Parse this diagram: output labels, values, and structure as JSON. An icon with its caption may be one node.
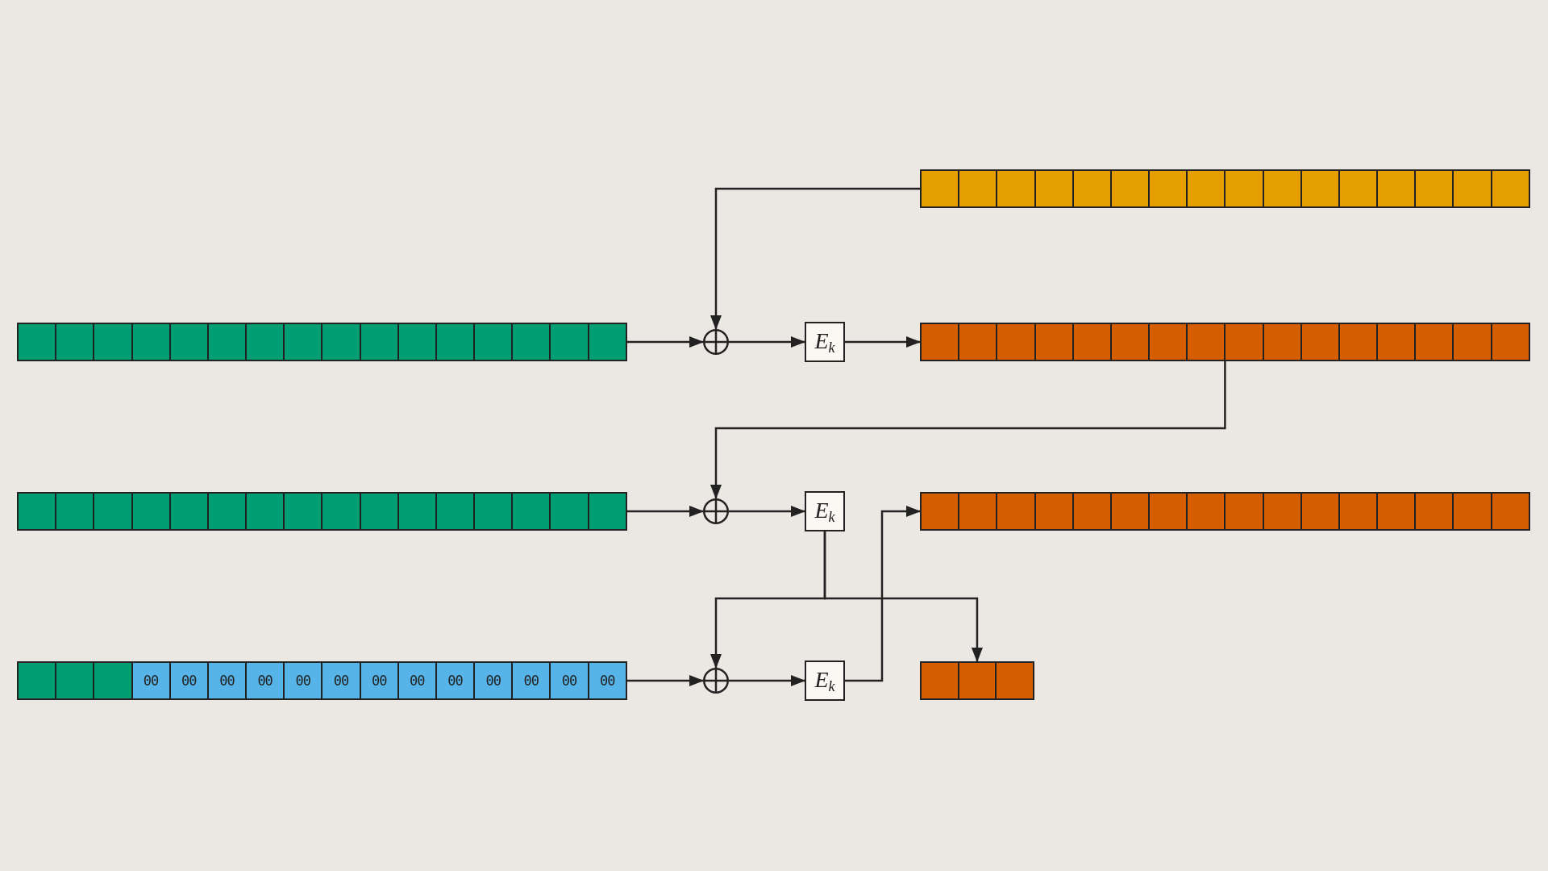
{
  "diagram": {
    "nodes": [
      {
        "text": [],
        "shape": "bar"
      },
      {
        "text": [],
        "shape": "bar"
      },
      {
        "text": [],
        "shape": "circle"
      },
      {
        "text": [
          "E$_{k}$"
        ]
      },
      {
        "text": [],
        "shape": "bar"
      },
      {
        "text": [],
        "shape": "bar"
      },
      {
        "text": [],
        "shape": "circle"
      },
      {
        "text": [
          "E$_{k}$"
        ]
      },
      {
        "text": [],
        "shape": "bar"
      },
      {
        "text": [],
        "shape": "bar"
      },
      {
        "text": [],
        "shape": "circle"
      },
      {
        "text": [
          "E$_{k}$"
        ]
      },
      {
        "text": [],
        "shape": "bar"
      }
    ],
    "edges": [
      {
        "from": 0,
        "to": 2,
        "arrow": "to"
      },
      {
        "from": 1,
        "to": 2,
        "arrow": "to"
      },
      {
        "from": 2,
        "to": 3,
        "arrow": "to"
      },
      {
        "from": 3,
        "to": 4,
        "arrow": "to"
      },
      {
        "from": 4,
        "to": 6,
        "arrow": "to"
      },
      {
        "from": 5,
        "to": 6,
        "arrow": "to"
      },
      {
        "from": 6,
        "to": 7,
        "arrow": "to"
      },
      {
        "from": 7,
        "to": 10,
        "arrow": "to"
      },
      {
        "from": 7,
        "to": 12,
        "arrow": "to"
      },
      {
        "from": 9,
        "to": 10,
        "arrow": "to"
      },
      {
        "from": 10,
        "to": 11,
        "arrow": "to"
      },
      {
        "from": 11,
        "to": 8,
        "arrow": "to"
      }
    ],
    "labels": [
      "00",
      "00",
      "00",
      "00",
      "00",
      "00",
      "00",
      "00",
      "00",
      "00",
      "00",
      "00",
      "00"
    ]
  }
}
